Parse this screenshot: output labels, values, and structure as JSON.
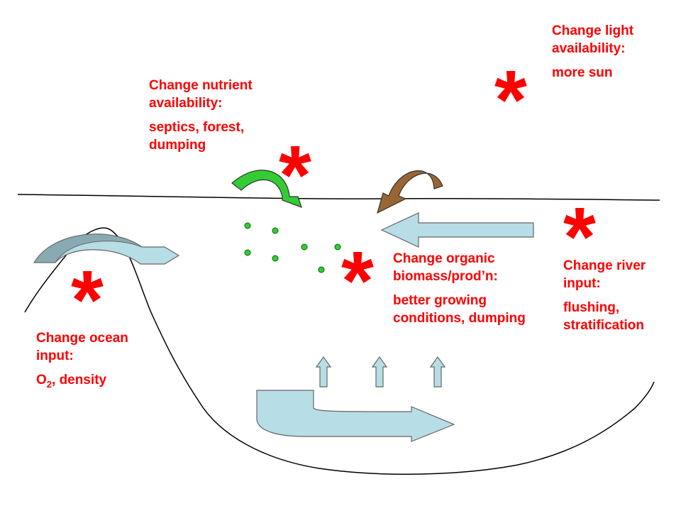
{
  "colors": {
    "label": "#ff0000",
    "marker": "#ff0000",
    "line": "#000000",
    "flow_arrow_fill": "#b7dde6",
    "flow_arrow_dark": "#8aaab3",
    "nutrient_arrow": "#33cc33",
    "organic_arrow": "#996633",
    "dots": "#33cc33"
  },
  "marker_symbol": "*",
  "labels": {
    "light": {
      "title": "Change light availability:",
      "detail": "more sun"
    },
    "nutrient": {
      "title": "Change nutrient availability:",
      "detail": "septics, forest, dumping"
    },
    "organic": {
      "title": "Change organic biomass/prod’n:",
      "detail": "better growing conditions, dumping"
    },
    "river": {
      "title": "Change river input:",
      "detail": "flushing, stratification"
    },
    "ocean": {
      "title": "Change ocean input:",
      "detail_prefix": "O",
      "detail_sub": "2",
      "detail_suffix": ", density"
    }
  }
}
